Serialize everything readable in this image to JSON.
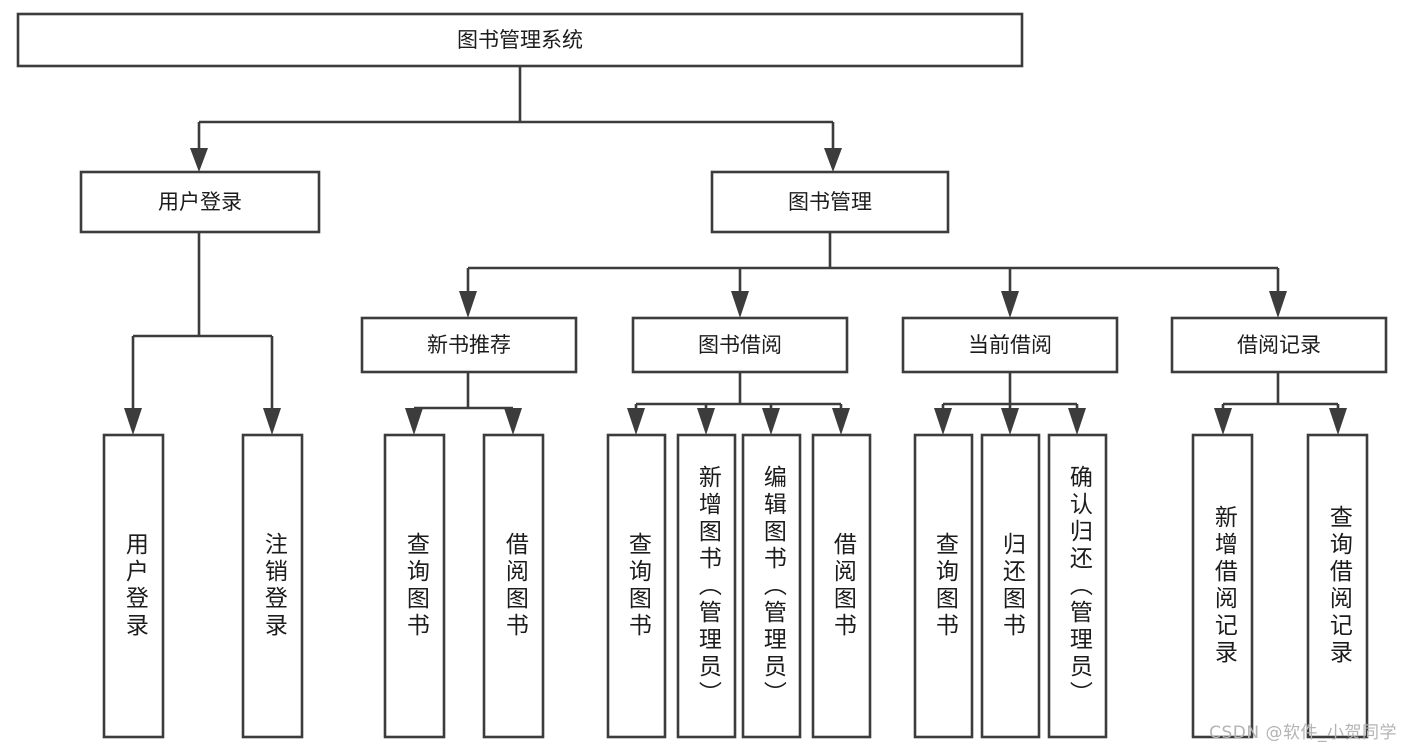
{
  "diagram": {
    "type": "tree-hierarchy",
    "orientation": "top-down",
    "root": {
      "id": "root",
      "label": "图书管理系统"
    },
    "level1": [
      {
        "id": "user-login",
        "label": "用户登录"
      },
      {
        "id": "book-management",
        "label": "图书管理"
      }
    ],
    "level2": [
      {
        "id": "new-book-recommend",
        "label": "新书推荐",
        "parent": "book-management"
      },
      {
        "id": "book-borrow",
        "label": "图书借阅",
        "parent": "book-management"
      },
      {
        "id": "current-borrow",
        "label": "当前借阅",
        "parent": "book-management"
      },
      {
        "id": "borrow-record",
        "label": "借阅记录",
        "parent": "book-management"
      }
    ],
    "leaves": {
      "user_login": [
        {
          "id": "leaf-user-login",
          "label": "用户登录"
        },
        {
          "id": "leaf-logout-login",
          "label": "注销登录"
        }
      ],
      "new_book_recommend": [
        {
          "id": "leaf-query-book-1",
          "label": "查询图书"
        },
        {
          "id": "leaf-borrow-book-1",
          "label": "借阅图书"
        }
      ],
      "book_borrow": [
        {
          "id": "leaf-query-book-2",
          "label": "查询图书"
        },
        {
          "id": "leaf-add-book",
          "label": "新增图书（管理员）"
        },
        {
          "id": "leaf-edit-book",
          "label": "编辑图书（管理员）"
        },
        {
          "id": "leaf-borrow-book-2",
          "label": "借阅图书"
        }
      ],
      "current_borrow": [
        {
          "id": "leaf-query-book-3",
          "label": "查询图书"
        },
        {
          "id": "leaf-return-book",
          "label": "归还图书"
        },
        {
          "id": "leaf-confirm-return",
          "label": "确认归还（管理员）"
        }
      ],
      "borrow_record": [
        {
          "id": "leaf-add-record",
          "label": "新增借阅记录"
        },
        {
          "id": "leaf-query-record",
          "label": "查询借阅记录"
        }
      ]
    }
  },
  "watermark": {
    "text": "CSDN @软件_小贺同学"
  },
  "colors": {
    "box_stroke": "#3c3c3c",
    "box_fill": "#ffffff",
    "text": "#1c1c1c",
    "connector": "#3c3c3c",
    "watermark": "#b4b4b4",
    "background": "#ffffff"
  }
}
